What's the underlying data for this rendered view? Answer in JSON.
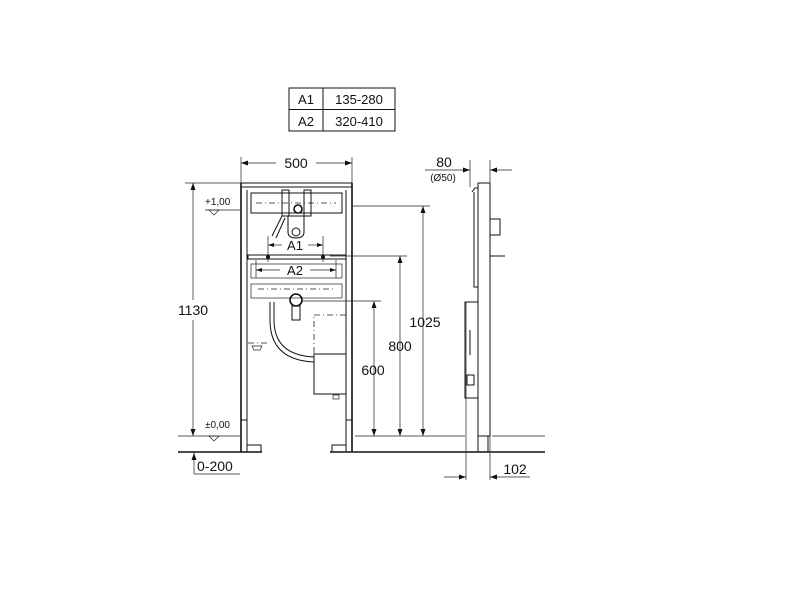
{
  "table": {
    "rows": [
      {
        "label": "A1",
        "value": "135-280"
      },
      {
        "label": "A2",
        "value": "320-410"
      }
    ]
  },
  "front_view": {
    "width_dim": "500",
    "height_dim": "1130",
    "level_top": "+1,00",
    "level_zero": "±0,00",
    "floor_adjust": "0-200",
    "a1_label": "A1",
    "a2_label": "A2",
    "dim_1025": "1025",
    "dim_800": "800",
    "dim_600": "600"
  },
  "side_view": {
    "depth_dim": "80",
    "pipe_dim": "(Ø50)",
    "bottom_dim": "102"
  }
}
